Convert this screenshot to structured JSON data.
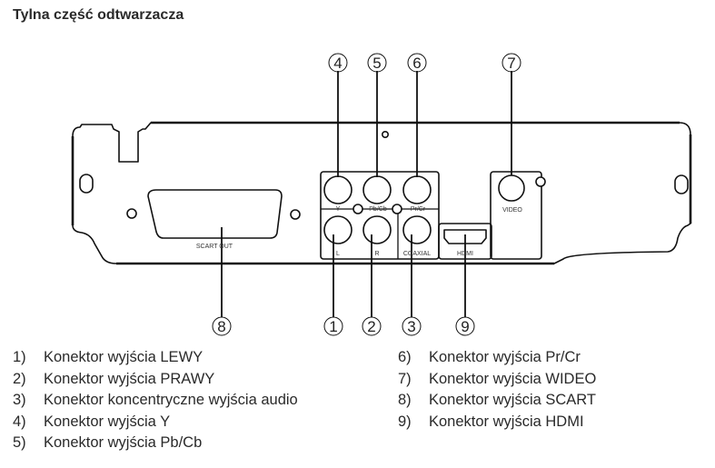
{
  "title": "Tylna część odtwarzacza",
  "panel_labels": {
    "scart": "SCART OUT",
    "y": "Y",
    "pbcb": "Pb/Cb",
    "prcr": "Pr/Cr",
    "l": "L",
    "r": "R",
    "coaxial": "COAXIAL",
    "hdmi": "HDMI",
    "video": "VIDEO"
  },
  "callouts": {
    "c1": "1",
    "c2": "2",
    "c3": "3",
    "c4": "4",
    "c5": "5",
    "c6": "6",
    "c7": "7",
    "c8": "8",
    "c9": "9"
  },
  "legend": {
    "left": [
      {
        "num": "1)",
        "text": "Konektor wyjścia LEWY"
      },
      {
        "num": "2)",
        "text": "Konektor wyjścia PRAWY"
      },
      {
        "num": "3)",
        "text": "Konektor koncentryczne wyjścia audio"
      },
      {
        "num": "4)",
        "text": "Konektor wyjścia Y"
      },
      {
        "num": "5)",
        "text": "Konektor wyjścia Pb/Cb"
      }
    ],
    "right": [
      {
        "num": "6)",
        "text": "Konektor wyjścia Pr/Cr"
      },
      {
        "num": "7)",
        "text": "Konektor wyjścia WIDEO"
      },
      {
        "num": "8)",
        "text": "Konektor wyjścia SCART"
      },
      {
        "num": "9)",
        "text": "Konektor wyjścia HDMI"
      }
    ]
  }
}
